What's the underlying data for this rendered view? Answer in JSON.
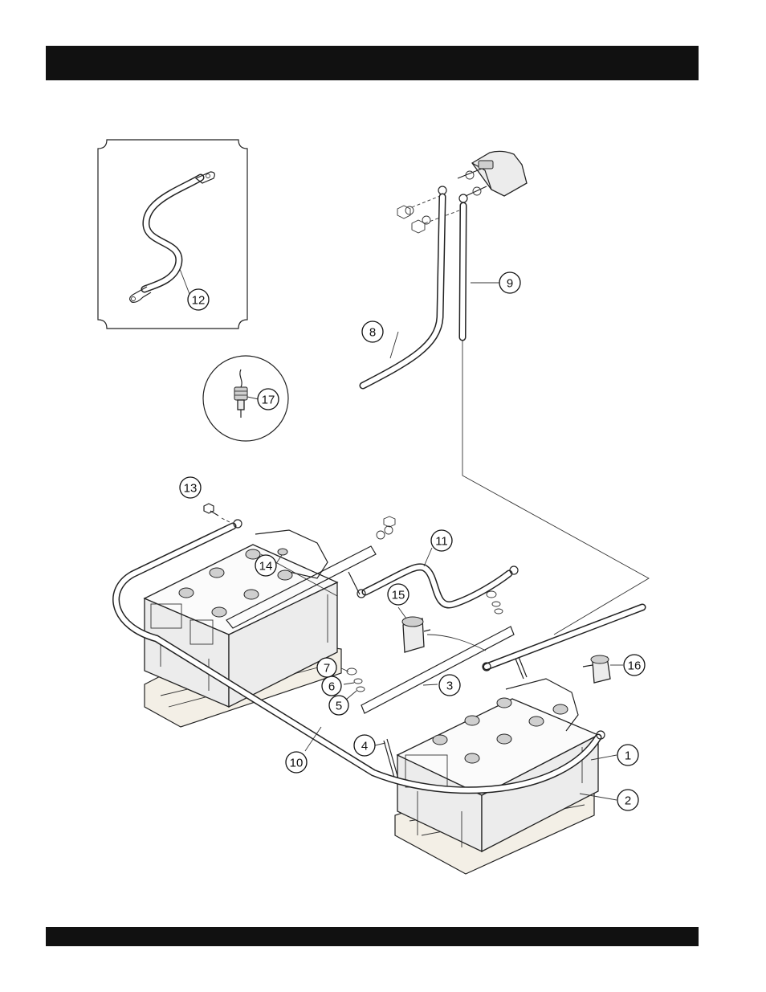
{
  "header": {
    "title": ""
  },
  "callouts": [
    {
      "id": "c1",
      "label": "1"
    },
    {
      "id": "c2",
      "label": "2"
    },
    {
      "id": "c3",
      "label": "3"
    },
    {
      "id": "c4",
      "label": "4"
    },
    {
      "id": "c5",
      "label": "5"
    },
    {
      "id": "c6",
      "label": "6"
    },
    {
      "id": "c7",
      "label": "7"
    },
    {
      "id": "c8",
      "label": "8"
    },
    {
      "id": "c9",
      "label": "9"
    },
    {
      "id": "c10",
      "label": "10"
    },
    {
      "id": "c11",
      "label": "11"
    },
    {
      "id": "c12",
      "label": "12"
    },
    {
      "id": "c13",
      "label": "13"
    },
    {
      "id": "c14",
      "label": "14"
    },
    {
      "id": "c15",
      "label": "15"
    },
    {
      "id": "c16",
      "label": "16"
    },
    {
      "id": "c17",
      "label": "17"
    }
  ],
  "colors": {
    "bar": "#111111",
    "line": "#222222",
    "background": "#ffffff"
  }
}
